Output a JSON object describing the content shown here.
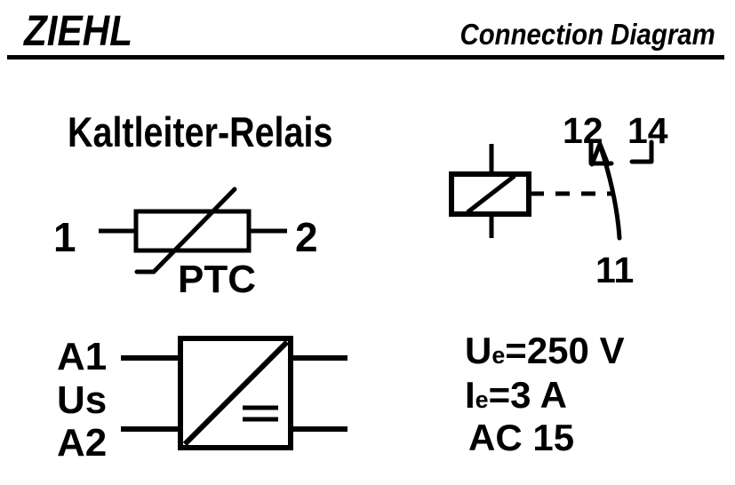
{
  "page": {
    "background": "#ffffff",
    "ink": "#000000"
  },
  "header": {
    "brand": "ZIEHL",
    "title": "Connection Diagram"
  },
  "main": {
    "heading": "Kaltleiter-Relais",
    "ptc_sensor": {
      "terminal_left": "1",
      "terminal_right": "2",
      "caption": "PTC"
    },
    "output_contact": {
      "terminal_nc": "12",
      "terminal_no": "14",
      "terminal_common": "11"
    },
    "supply": {
      "terminal_a1": "A1",
      "terminal_us": "Us",
      "terminal_a2": "A2"
    },
    "ratings": {
      "ue_base": "U",
      "ue_sub": "e",
      "ue_rest": "=250 V",
      "ie_base": "I",
      "ie_sub": "e",
      "ie_rest": "=3 A",
      "utilization_category": "AC 15"
    },
    "symbols": [
      "ptc-thermistor",
      "relay-coil",
      "mechanical-link",
      "changeover-contact",
      "dc-power-supply"
    ]
  }
}
